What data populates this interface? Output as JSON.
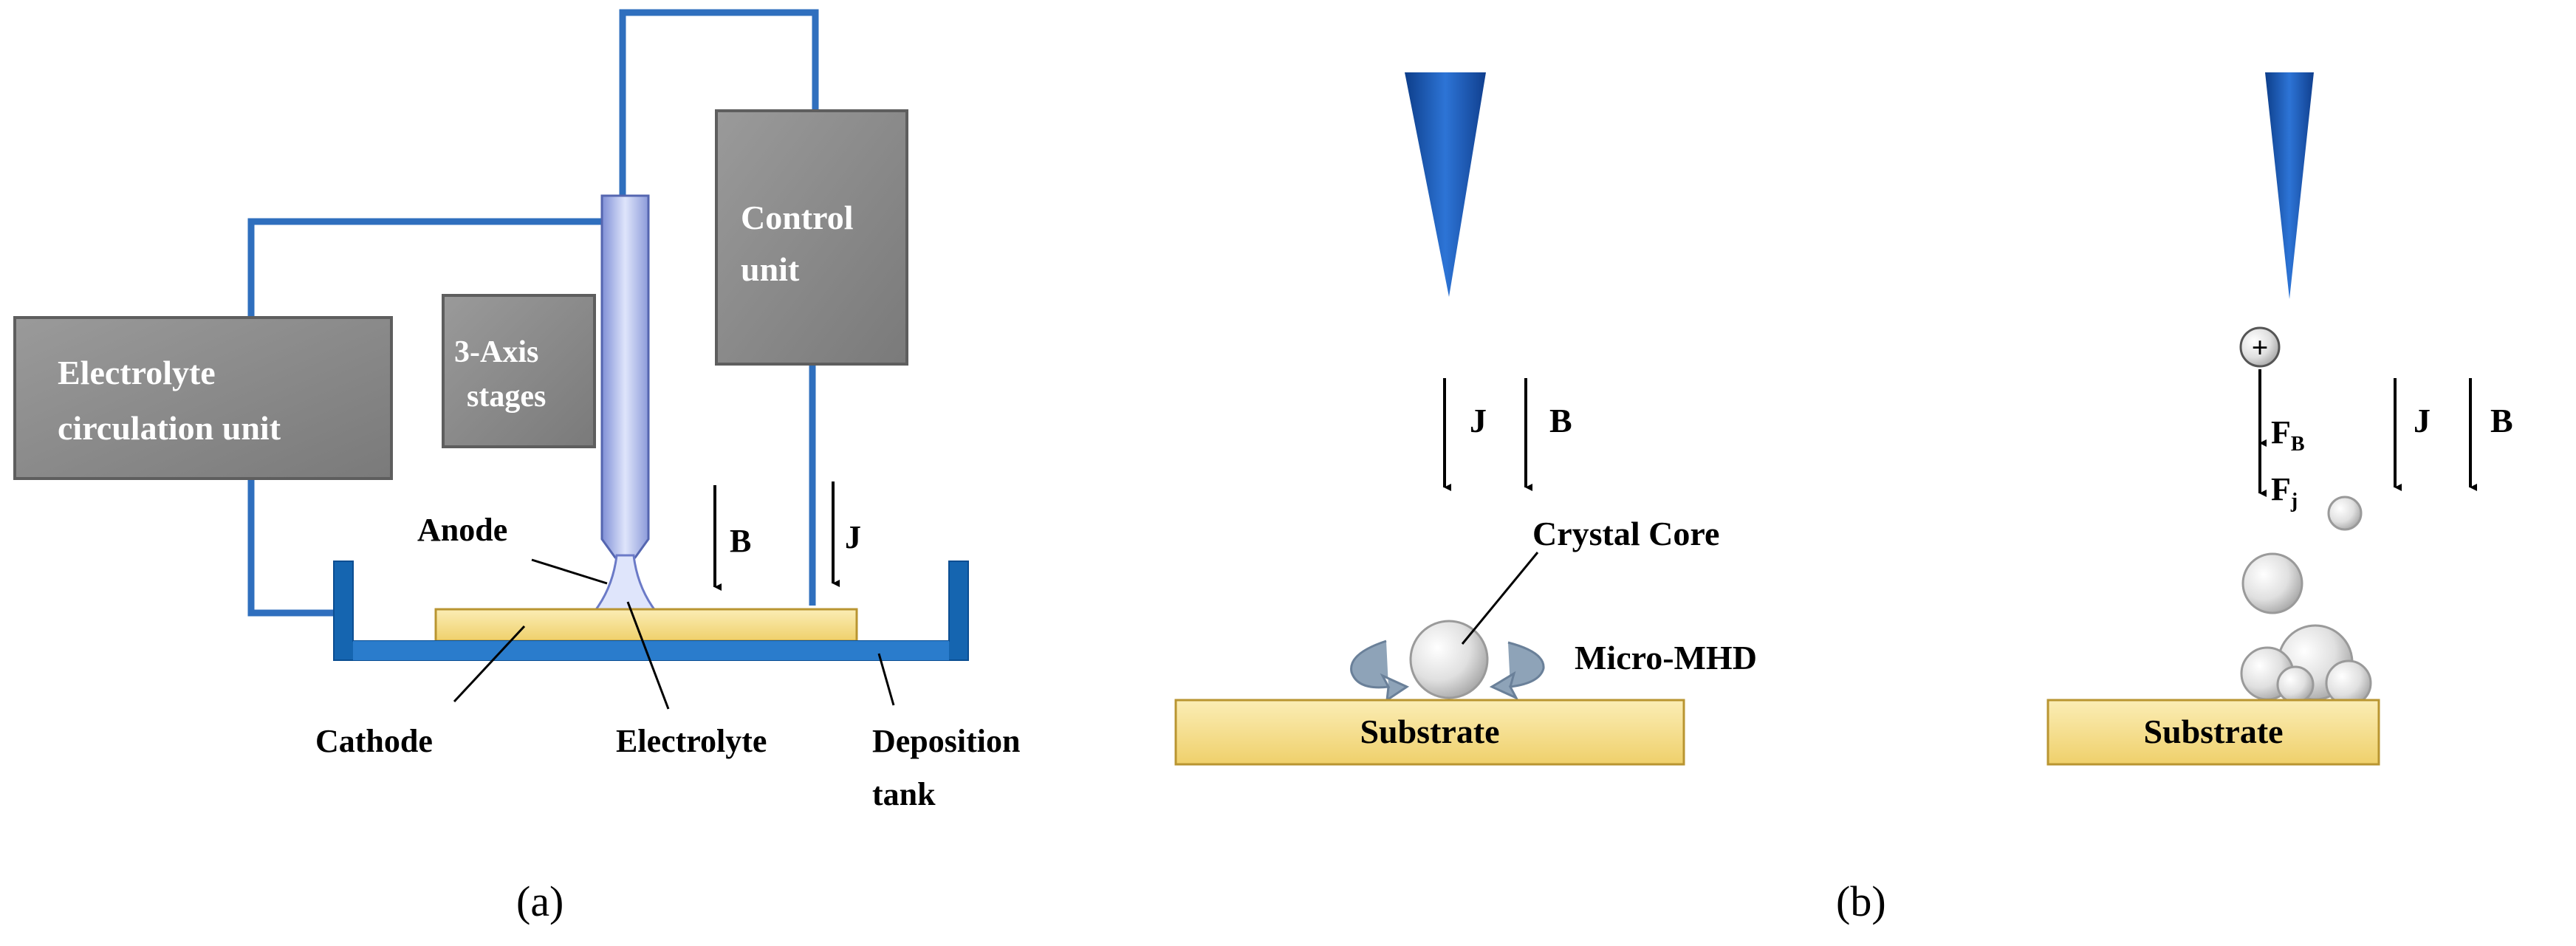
{
  "colors": {
    "wire": "#2f6fbe",
    "box": "#8a8a8a",
    "tank": "#1565b0",
    "tip": "#1a5bb5",
    "substrate": "#f2d77a",
    "anode": "#aeb9e6",
    "particle": "#e3e3e3",
    "arrow": "#000000"
  },
  "panel_a": {
    "electrolyte_unit": [
      "Electrolyte",
      "circulation unit"
    ],
    "stages": [
      "3-Axis",
      "stages"
    ],
    "control_unit": [
      "Control",
      "unit"
    ],
    "anode": "Anode",
    "b_field": "B",
    "current": "J",
    "cathode": "Cathode",
    "electrolyte": "Electrolyte",
    "tank": [
      "Deposition",
      "tank"
    ],
    "caption": "(a)"
  },
  "panel_b": {
    "left": {
      "j": "J",
      "b": "B",
      "crystal_core": "Crystal Core",
      "micro_mhd": "Micro-MHD",
      "substrate": "Substrate"
    },
    "right": {
      "ion": "+",
      "fb": "F",
      "fb_sub": "B",
      "fj": "F",
      "fj_sub": "j",
      "j": "J",
      "b": "B",
      "substrate": "Substrate"
    },
    "caption": "(b)"
  }
}
